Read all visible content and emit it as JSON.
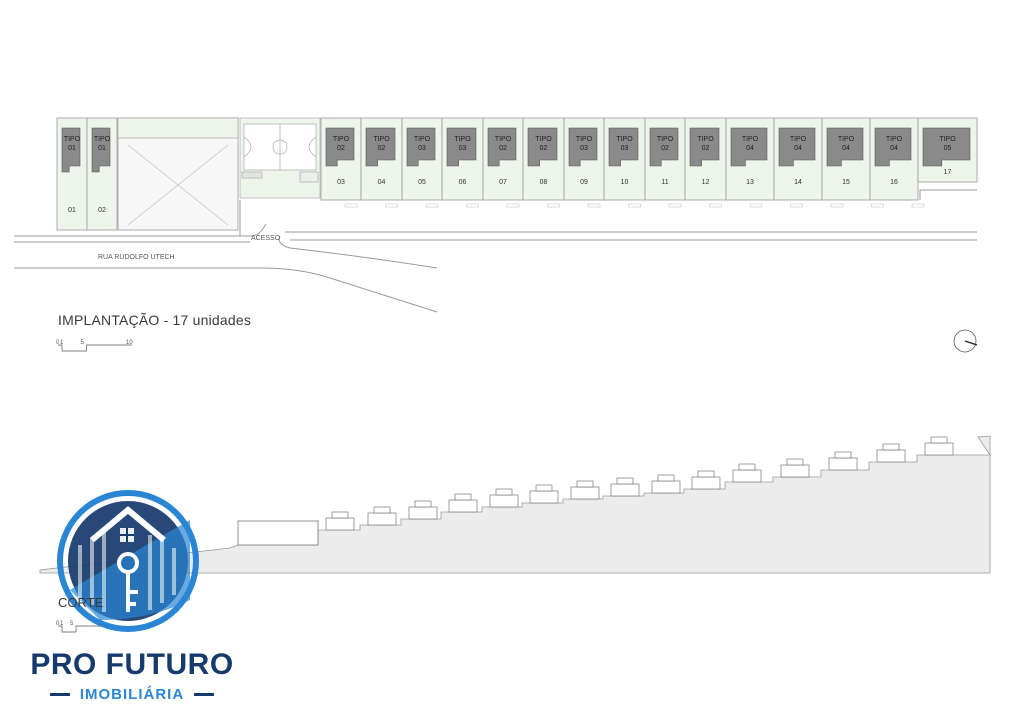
{
  "plan": {
    "title": "IMPLANTAÇÃO - 17 unidades",
    "street": "RUA RUDOLFO UTECH",
    "access": "ACESSO",
    "scale": [
      "0",
      "1",
      "5",
      "10"
    ],
    "lots": [
      {
        "num": "01",
        "type": [
          "TIPO",
          "01"
        ]
      },
      {
        "num": "02",
        "type": [
          "TIPO",
          "01"
        ]
      },
      {
        "num": "03",
        "type": [
          "TIPO",
          "02"
        ]
      },
      {
        "num": "04",
        "type": [
          "TIPO",
          "02"
        ]
      },
      {
        "num": "05",
        "type": [
          "TIPO",
          "03"
        ]
      },
      {
        "num": "06",
        "type": [
          "TIPO",
          "03"
        ]
      },
      {
        "num": "07",
        "type": [
          "TIPO",
          "02"
        ]
      },
      {
        "num": "08",
        "type": [
          "TIPO",
          "02"
        ]
      },
      {
        "num": "09",
        "type": [
          "TIPO",
          "03"
        ]
      },
      {
        "num": "10",
        "type": [
          "TIPO",
          "03"
        ]
      },
      {
        "num": "11",
        "type": [
          "TIPO",
          "02"
        ]
      },
      {
        "num": "12",
        "type": [
          "TIPO",
          "02"
        ]
      },
      {
        "num": "13",
        "type": [
          "TIPO",
          "04"
        ]
      },
      {
        "num": "14",
        "type": [
          "TIPO",
          "04"
        ]
      },
      {
        "num": "15",
        "type": [
          "TIPO",
          "04"
        ]
      },
      {
        "num": "16",
        "type": [
          "TIPO",
          "04"
        ]
      },
      {
        "num": "17",
        "type": [
          "TIPO",
          "05"
        ]
      }
    ]
  },
  "section": {
    "title": "CORTE",
    "scale": [
      "0",
      "1",
      "5"
    ]
  },
  "brand": {
    "name": "PRO FUTURO",
    "sub": "IMOBILIÁRIA"
  },
  "colors": {
    "lot_fill": "#eef5ea",
    "house_fill": "#8a8a8a",
    "terrain_fill": "#ececec",
    "brand_dark": "#163a6b",
    "brand_light": "#2a86d4"
  }
}
